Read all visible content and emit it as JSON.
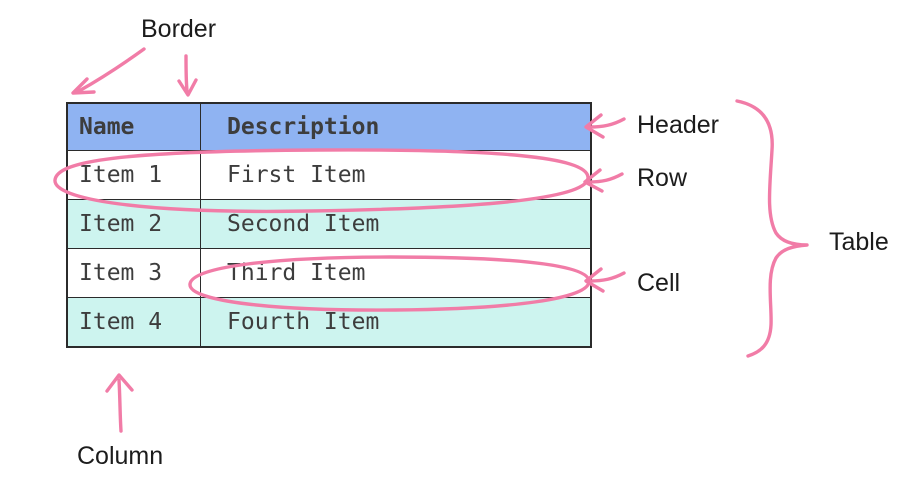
{
  "diagram": {
    "labels": {
      "border": "Border",
      "header": "Header",
      "row": "Row",
      "cell": "Cell",
      "table": "Table",
      "column": "Column"
    },
    "colors": {
      "annotation_pink": "#F17CA7",
      "header_blue": "#8FB3F2",
      "stripe_mint": "#CDF4EF",
      "row_white": "#FFFFFF",
      "table_border": "#2B2B2B",
      "table_text": "#3D3D3D",
      "label_text": "#1C1C1C"
    },
    "annotations": [
      "border-arrow-to-corner",
      "border-arrow-to-divider",
      "row-circle",
      "cell-circle",
      "header-arrow",
      "row-arrow",
      "cell-arrow",
      "column-arrow",
      "table-brace"
    ]
  },
  "table": {
    "columns": [
      "Name",
      "Description"
    ],
    "rows": [
      {
        "name": "Item 1",
        "description": "First Item"
      },
      {
        "name": "Item 2",
        "description": "Second Item"
      },
      {
        "name": "Item 3",
        "description": "Third Item"
      },
      {
        "name": "Item 4",
        "description": "Fourth Item"
      }
    ]
  }
}
